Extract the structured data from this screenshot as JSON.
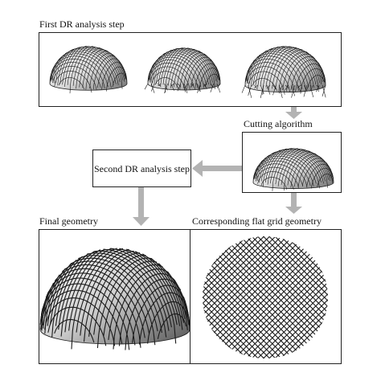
{
  "labels": {
    "first_step": "First DR analysis step",
    "cutting": "Cutting algorithm",
    "second_step": "Second DR analysis step",
    "final_geometry": "Final geometry",
    "flat_grid": "Corresponding flat grid geometry"
  },
  "colors": {
    "arrow": "#b3b3b3",
    "border": "#222222",
    "mesh_line": "#1a1a1a"
  }
}
